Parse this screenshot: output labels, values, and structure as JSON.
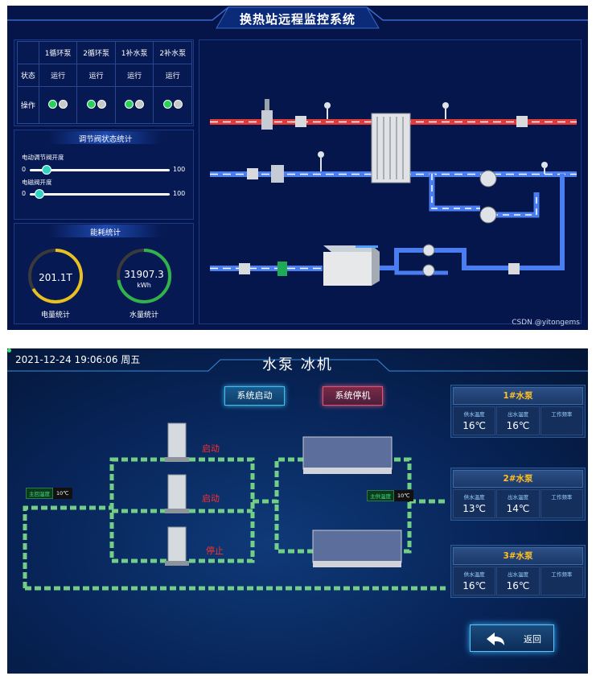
{
  "panel1": {
    "title": "换热站远程监控系统",
    "table": {
      "columns": [
        "1循环泵",
        "2循环泵",
        "1补水泵",
        "2补水泵"
      ],
      "status_row_label": "状态",
      "status": [
        "运行",
        "运行",
        "运行",
        "运行"
      ],
      "operation_row_label": "操作"
    },
    "valve_section": {
      "title": "调节阀状态统计",
      "sliders": [
        {
          "label": "电动调节阀开度",
          "min": "0",
          "max": "100",
          "value_fraction": 0.12
        },
        {
          "label": "电磁阀开度",
          "min": "0",
          "max": "100",
          "value_fraction": 0.07
        }
      ]
    },
    "energy_section": {
      "title": "能耗统计",
      "gauges": [
        {
          "value": "201.1T",
          "unit": "",
          "label": "电量统计",
          "color": "#e8c020"
        },
        {
          "value": "31907.3",
          "unit": "kWh",
          "label": "水量统计",
          "color": "#2fb34a"
        }
      ]
    },
    "watermark": "CSDN @yitongems",
    "colors": {
      "hot_pipe": "#e03a3a",
      "cold_pipe": "#4a7ef0"
    }
  },
  "panel2": {
    "datetime": "2021-12-24 19:06:06 周五",
    "title": "水泵 冰机",
    "start_button": "系统启动",
    "stop_button": "系统停机",
    "pump_states": [
      "启动",
      "启动",
      "停止"
    ],
    "return_temp_tag": {
      "label": "主回温度",
      "value": "10℃"
    },
    "supply_temp_tag": {
      "label": "主供温度",
      "value": "10℃"
    },
    "cards": [
      {
        "title": "1#水泵",
        "supply_label": "供水温度",
        "supply": "16℃",
        "out_label": "出水温度",
        "out": "16℃",
        "freq_label": "工作频率",
        "freq": ""
      },
      {
        "title": "2#水泵",
        "supply_label": "供水温度",
        "supply": "13℃",
        "out_label": "出水温度",
        "out": "14℃",
        "freq_label": "工作频率",
        "freq": ""
      },
      {
        "title": "3#水泵",
        "supply_label": "供水温度",
        "supply": "16℃",
        "out_label": "出水温度",
        "out": "16℃",
        "freq_label": "工作频率",
        "freq": ""
      }
    ],
    "back_button": "返回",
    "colors": {
      "pipe": "#7fe08a",
      "card_title": "#ffc125"
    }
  }
}
